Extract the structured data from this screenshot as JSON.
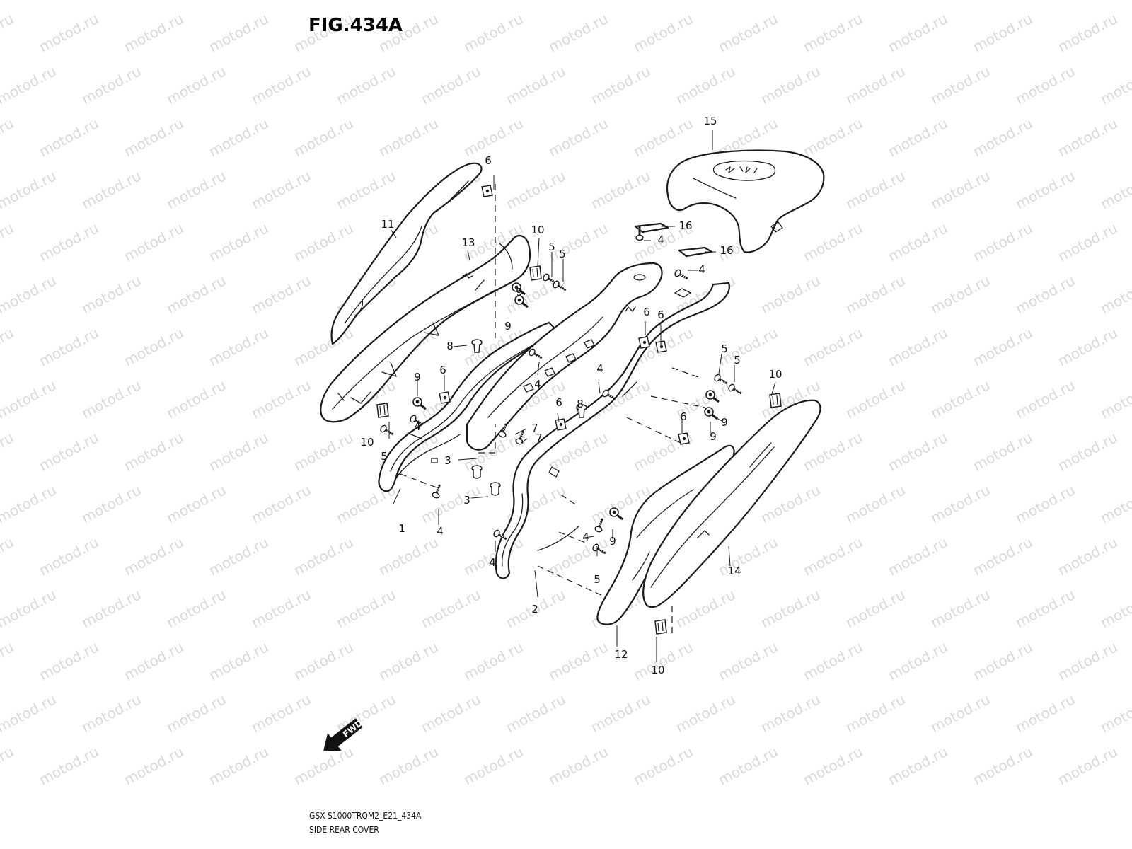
{
  "figure": {
    "title": "FIG.434A",
    "code": "GSX-S1000TRQM2_E21_434A",
    "name": "SIDE REAR COVER"
  },
  "watermark": "motod.ru",
  "fwd_label": "FWD",
  "callouts": [
    {
      "id": "c1",
      "text": "1"
    },
    {
      "id": "c2",
      "text": "2"
    },
    {
      "id": "c3a",
      "text": "3"
    },
    {
      "id": "c3b",
      "text": "3"
    },
    {
      "id": "c4a",
      "text": "4"
    },
    {
      "id": "c4b",
      "text": "4"
    },
    {
      "id": "c4c",
      "text": "4"
    },
    {
      "id": "c4d",
      "text": "4"
    },
    {
      "id": "c4e",
      "text": "4"
    },
    {
      "id": "c4f",
      "text": "4"
    },
    {
      "id": "c4g",
      "text": "4"
    },
    {
      "id": "c4h",
      "text": "4"
    },
    {
      "id": "c5a",
      "text": "5"
    },
    {
      "id": "c5b",
      "text": "5"
    },
    {
      "id": "c5c",
      "text": "5"
    },
    {
      "id": "c5d",
      "text": "5"
    },
    {
      "id": "c5e",
      "text": "5"
    },
    {
      "id": "c5f",
      "text": "5"
    },
    {
      "id": "c6a",
      "text": "6"
    },
    {
      "id": "c6b",
      "text": "6"
    },
    {
      "id": "c6c",
      "text": "6"
    },
    {
      "id": "c6d",
      "text": "6"
    },
    {
      "id": "c6e",
      "text": "6"
    },
    {
      "id": "c6f",
      "text": "6"
    },
    {
      "id": "c7a",
      "text": "7"
    },
    {
      "id": "c7b",
      "text": "7"
    },
    {
      "id": "c8a",
      "text": "8"
    },
    {
      "id": "c8b",
      "text": "8"
    },
    {
      "id": "c9a",
      "text": "9"
    },
    {
      "id": "c9b",
      "text": "9"
    },
    {
      "id": "c9c",
      "text": "9"
    },
    {
      "id": "c9d",
      "text": "9"
    },
    {
      "id": "c9e",
      "text": "9"
    },
    {
      "id": "c9f",
      "text": "9"
    },
    {
      "id": "c10a",
      "text": "10"
    },
    {
      "id": "c10b",
      "text": "10"
    },
    {
      "id": "c10c",
      "text": "10"
    },
    {
      "id": "c10d",
      "text": "10"
    },
    {
      "id": "c11",
      "text": "11"
    },
    {
      "id": "c12",
      "text": "12"
    },
    {
      "id": "c13",
      "text": "13"
    },
    {
      "id": "c14",
      "text": "14"
    },
    {
      "id": "c15",
      "text": "15"
    },
    {
      "id": "c16a",
      "text": "16"
    },
    {
      "id": "c16b",
      "text": "16"
    }
  ]
}
